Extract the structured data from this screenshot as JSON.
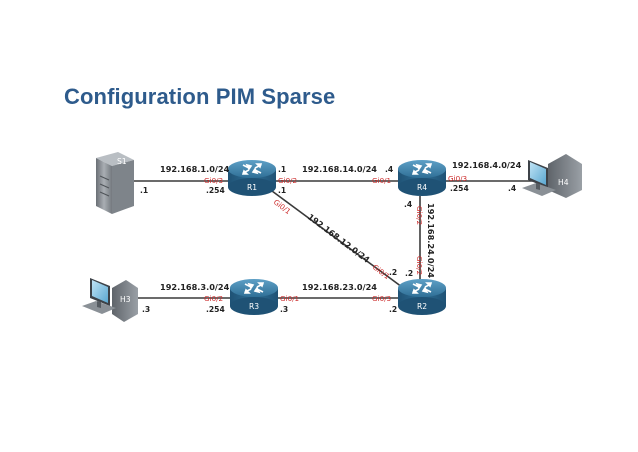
{
  "title": "Configuration PIM Sparse",
  "devices": {
    "r1": "R1",
    "r2": "R2",
    "r3": "R3",
    "r4": "R4",
    "s1": "S1",
    "h3": "H3",
    "h4": "H4"
  },
  "networks": {
    "n1": "192.168.1.0/24",
    "n14": "192.168.14.0/24",
    "n4": "192.168.4.0/24",
    "n12": "192.168.12.0/24",
    "n24": "192.168.24.0/24",
    "n3": "192.168.3.0/24",
    "n23": "192.168.23.0/24"
  },
  "interfaces": {
    "r1_gi03": "Gi0/3",
    "r1_gi02": "Gi0/2",
    "r1_gi01": "Gi0/1",
    "r4_gi01": "Gi0/1",
    "r4_gi03": "Gi0/3",
    "r4_gi02": "Gi0/2",
    "r2_gi01": "Gi0/1",
    "r2_gi02": "Gi0/2",
    "r2_gi03": "Gi0/3",
    "r3_gi02": "Gi0/2",
    "r3_gi01": "Gi0/1"
  },
  "addresses": {
    "s1": ".1",
    "r1_gi03": ".254",
    "r1_gi02": ".1",
    "r1_gi01": ".1",
    "r4_gi01": ".4",
    "r4_gi03": ".254",
    "h4": ".4",
    "r4_gi02": ".4",
    "r2_gi01": ".2",
    "r2_gi02": ".2",
    "r2_gi03": ".2",
    "h3": ".3",
    "r3_gi02": ".254",
    "r3_gi01": ".3"
  },
  "colors": {
    "title": "#2e5b8c",
    "router": "#2f6f96",
    "interface_label": "#cc2a2a",
    "link": "#3a3a3a"
  },
  "icons": {
    "router": "router-icon",
    "server": "server-icon",
    "host": "workstation-icon"
  }
}
